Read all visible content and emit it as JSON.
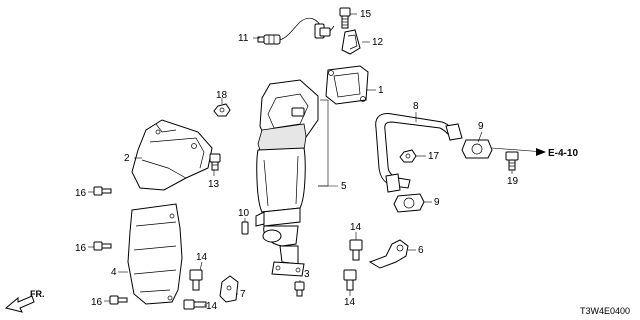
{
  "callouts": [
    "1",
    "2",
    "3",
    "4",
    "5",
    "6",
    "7",
    "8",
    "9",
    "10",
    "11",
    "12",
    "13",
    "14",
    "15",
    "16",
    "17",
    "18",
    "19"
  ],
  "extra_callouts": {
    "c9b": "9",
    "c14b": "14",
    "c14c": "14",
    "c14d": "14",
    "c16b": "16",
    "c16c": "16"
  },
  "reference_code": "E-4-10",
  "front_marker": "FR.",
  "diagram_code": "T3W4E0400"
}
